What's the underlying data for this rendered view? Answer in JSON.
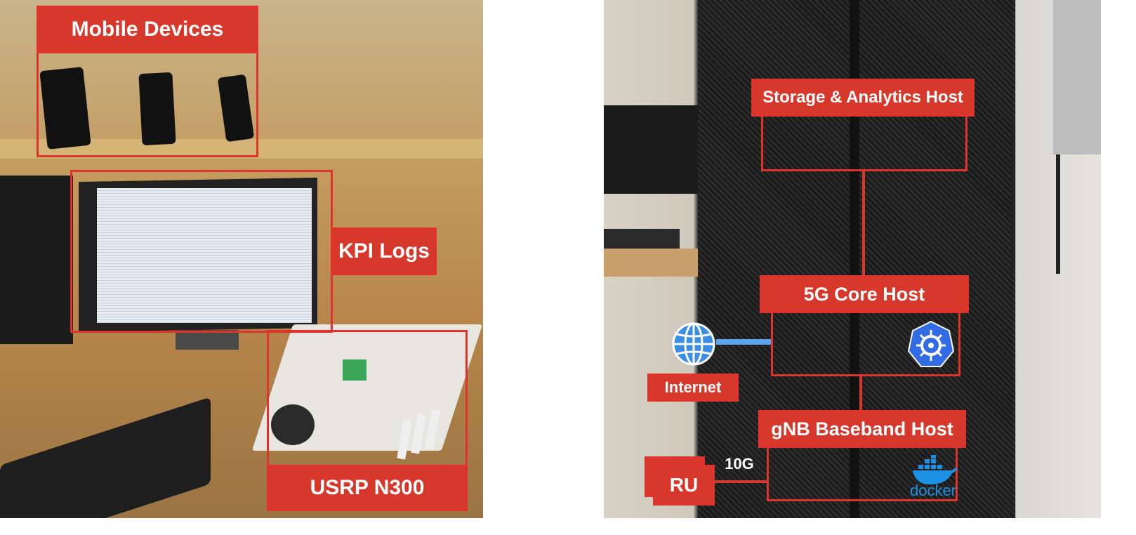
{
  "left_labels": {
    "mobile_devices": "Mobile Devices",
    "kpi_logs": "KPI Logs",
    "usrp": "USRP N300"
  },
  "right_labels": {
    "storage_host": "Storage & Analytics Host",
    "core_host": "5G Core Host",
    "internet": "Internet",
    "gnb_host": "gNB Baseband Host",
    "ru": "RU",
    "link_speed": "10G",
    "docker_text": "docker"
  },
  "icons": {
    "globe": "globe-icon",
    "kubernetes": "kubernetes-icon",
    "docker": "docker-icon"
  },
  "colors": {
    "label_red": "#d6392c",
    "box_red": "#e0332b",
    "globe_blue": "#3a8ee6",
    "kubernetes_blue": "#326ce5",
    "docker_blue": "#1d91e6"
  }
}
